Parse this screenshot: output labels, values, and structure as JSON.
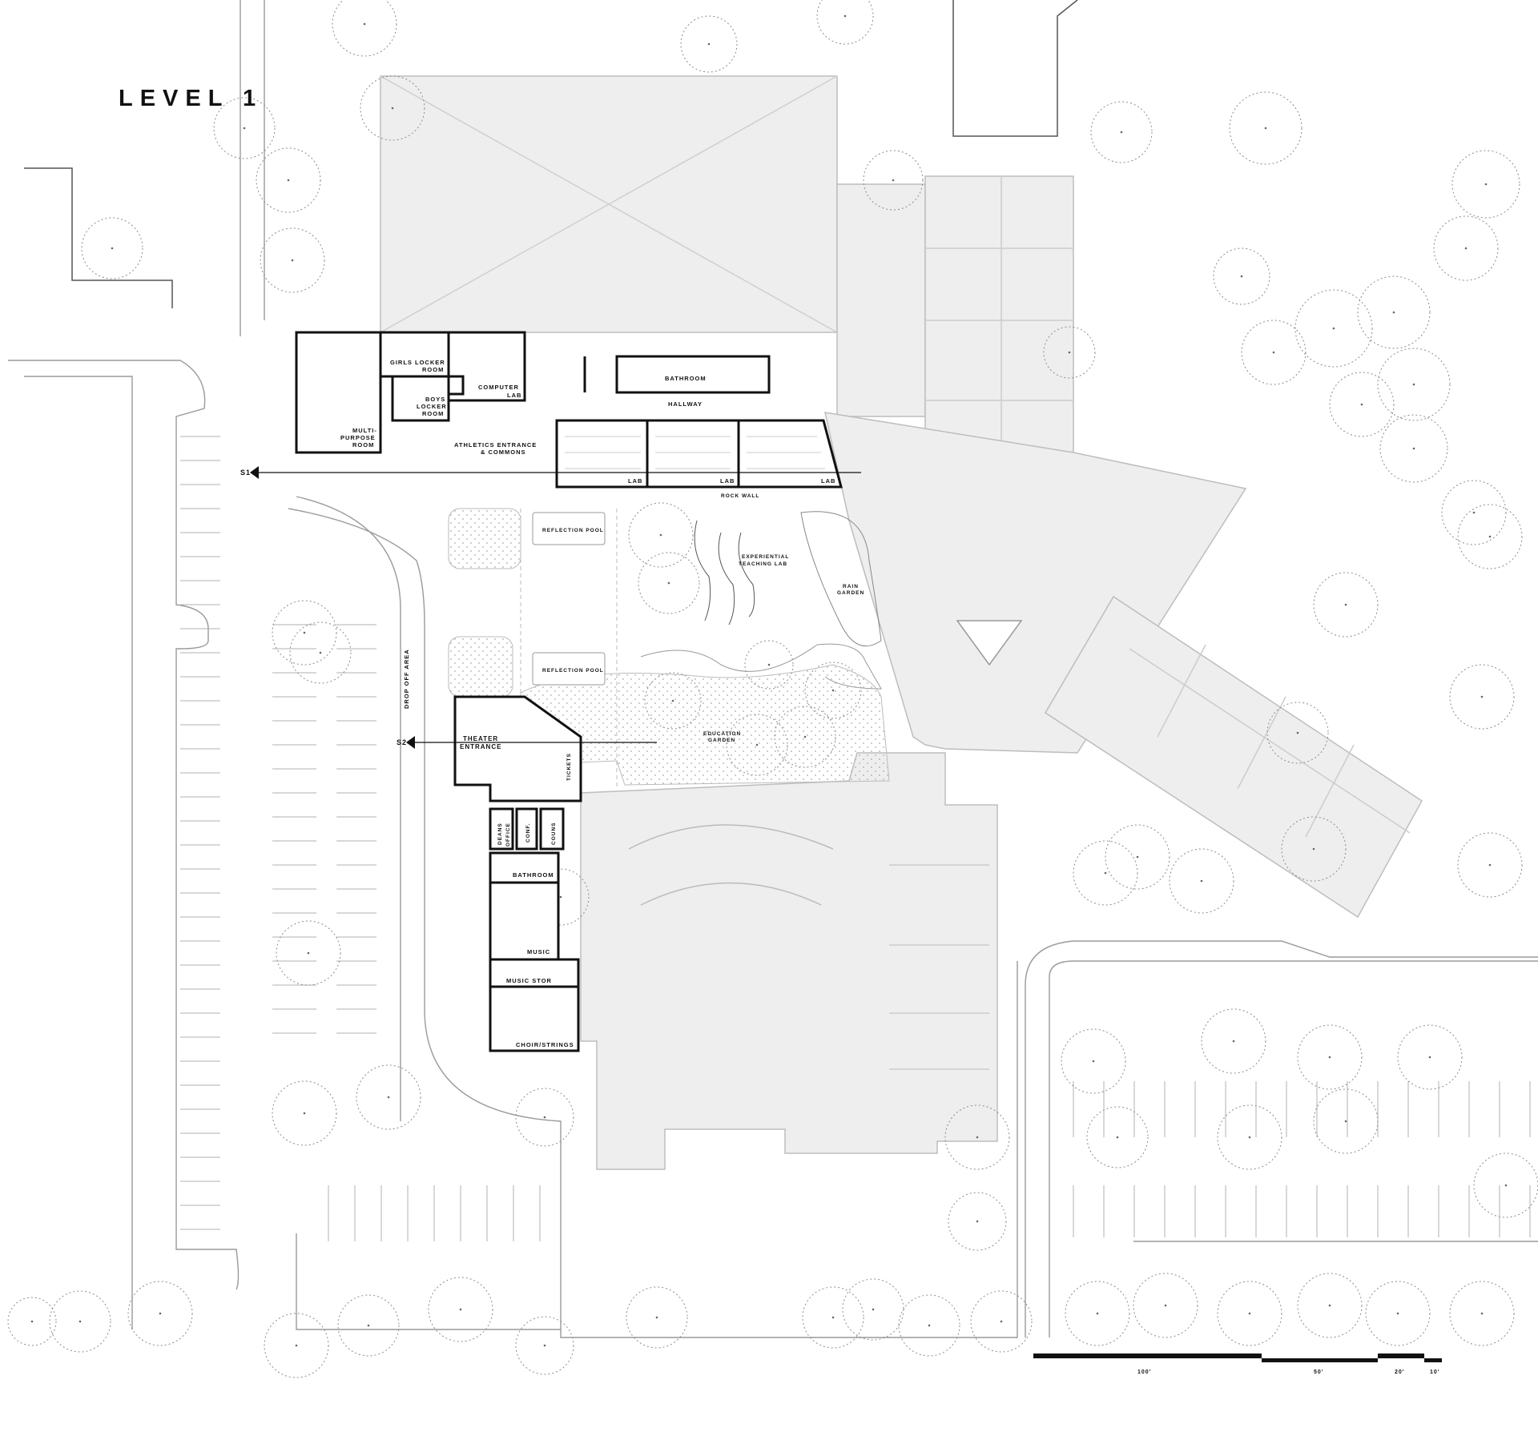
{
  "title": "LEVEL 1",
  "section_markers": [
    "S1",
    "S2"
  ],
  "rooms": {
    "girls_locker": [
      "GIRLS LOCKER",
      "ROOM"
    ],
    "boys_locker": [
      "BOYS",
      "LOCKER",
      "ROOM"
    ],
    "computer_lab": [
      "COMPUTER",
      "LAB"
    ],
    "multipurpose": [
      "MULTI-",
      "PURPOSE",
      "ROOM"
    ],
    "athletics": [
      "ATHLETICS ENTRANCE",
      "& COMMONS"
    ],
    "bathroom_top": "BATHROOM",
    "hallway": "HALLWAY",
    "lab": "LAB",
    "rock_wall": "ROCK WALL",
    "reflection_pool": "REFLECTION POOL",
    "experiential": [
      "EXPERIENTIAL",
      "TEACHING LAB"
    ],
    "rain_garden": [
      "RAIN",
      "GARDEN"
    ],
    "drop_off": "DROP OFF AREA",
    "theater": [
      "THEATER",
      "ENTRANCE"
    ],
    "tickets": "TICKETS",
    "education_garden": [
      "EDUCATION",
      "GARDEN"
    ],
    "deans_office": [
      "DEANS",
      "OFFICE"
    ],
    "conf": "CONF.",
    "couns": "COUNS",
    "bathroom_low": "BATHROOM",
    "music": "MUSIC",
    "music_stor": "MUSIC STOR",
    "choir": "CHOIR/STRINGS"
  },
  "scale_labels": [
    "100'",
    "50'",
    "20'",
    "10'"
  ],
  "colors": {
    "ink": "#111111",
    "building_fill": "#eeeeee",
    "light_line": "#9a9a9a",
    "tree_line": "#8c8c8c"
  }
}
